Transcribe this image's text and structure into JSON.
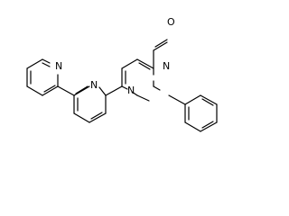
{
  "structure": {
    "atom_labels": {
      "pyridine_a_n": "N",
      "pyridine_b_n": "N",
      "pyrimidine_n_top": "N",
      "pyrimidine_n_bottom": "N",
      "aldehyde_o": "O"
    },
    "rings": [
      "pyridine",
      "pyridine",
      "pyrimidine",
      "benzene"
    ],
    "substituent": "aldehyde"
  }
}
